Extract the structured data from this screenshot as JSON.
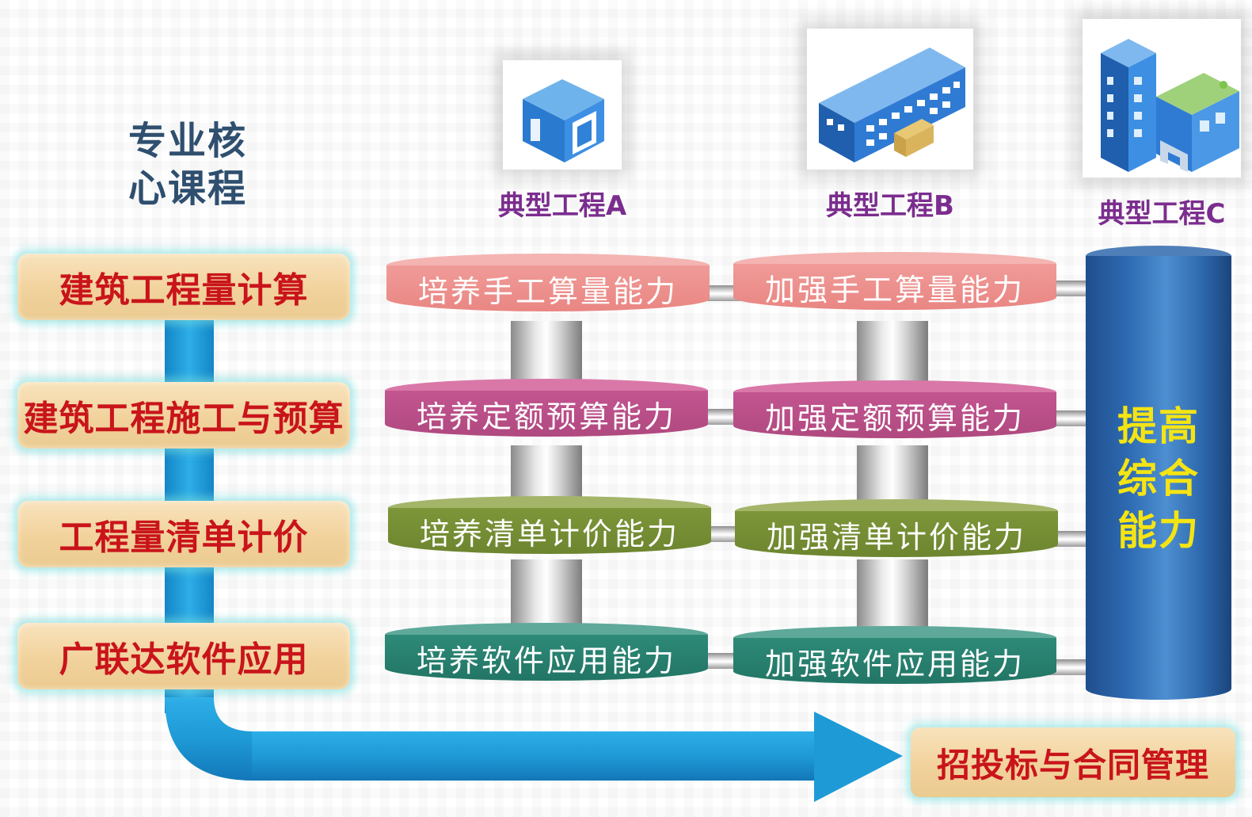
{
  "title": "专业核\n心课程",
  "projects": [
    {
      "label": "典型工程A",
      "icon": "small-building-icon"
    },
    {
      "label": "典型工程B",
      "icon": "office-building-icon"
    },
    {
      "label": "典型工程C",
      "icon": "complex-building-icon"
    }
  ],
  "courses": [
    "建筑工程量计算",
    "建筑工程施工与预算",
    "工程量清单计价",
    "广联达软件应用"
  ],
  "ability_a": [
    "培养手工算量能力",
    "培养定额预算能力",
    "培养清单计价能力",
    "培养软件应用能力"
  ],
  "ability_b": [
    "加强手工算量能力",
    "加强定额预算能力",
    "加强清单计价能力",
    "加强软件应用能力"
  ],
  "overall": "提高\n综合\n能力",
  "final_course": "招投标与合同管理",
  "colors": {
    "course_text": "#c9141b",
    "project_label": "#7b2d8e",
    "title": "#2f4f6f",
    "overall_text": "#f4e414",
    "arrow": "#1e9ad6",
    "level_colors": [
      "#e98683",
      "#b04980",
      "#6d852f",
      "#227565"
    ]
  }
}
